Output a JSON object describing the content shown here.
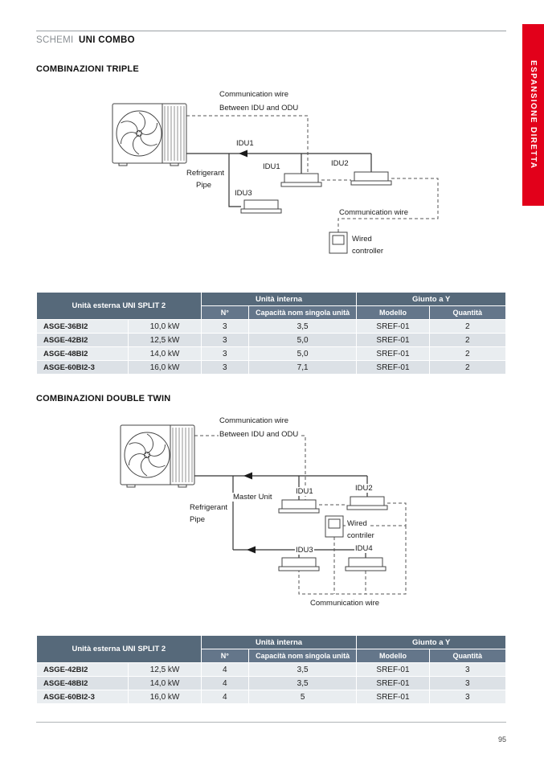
{
  "side_tab": {
    "label": "ESPANSIONE DIRETTA"
  },
  "header": {
    "kicker": "SCHEMI",
    "title": "UNI COMBO"
  },
  "sections": [
    {
      "heading": "COMBINAZIONI TRIPLE"
    },
    {
      "heading": "COMBINAZIONI DOUBLE TWIN"
    }
  ],
  "diagram_triple": {
    "communication_wire_top_1": "Communication wire",
    "communication_wire_top_2": "Between IDU and ODU",
    "idu1_pipe_label": "IDU1",
    "refrigerant_1": "Refrigerant",
    "refrigerant_2": "Pipe",
    "idu1_label": "IDU1",
    "idu2_label": "IDU2",
    "idu3_label": "IDU3",
    "communication_wire_mid": "Communication wire",
    "wired_1": "Wired",
    "wired_2": "controller"
  },
  "diagram_double": {
    "communication_wire_top_1": "Communication wire",
    "communication_wire_top_2": "Between IDU and ODU",
    "master_unit_label": "Master Unit",
    "idu1_label": "IDU1",
    "idu2_label": "IDU2",
    "idu3_label": "IDU3",
    "idu4_label": "IDU4",
    "refrigerant_1": "Refrigerant",
    "refrigerant_2": "Pipe",
    "wired_1": "Wired",
    "wired_2": "contriler",
    "communication_wire_bottom": "Communication wire"
  },
  "tables": [
    {
      "group_headers": [
        "Unità esterna UNI SPLIT 2",
        "Unità interna",
        "Giunto a Y"
      ],
      "sub_headers": [
        "N°",
        "Capacità nom singola unità",
        "Modello",
        "Quantità"
      ],
      "rows": [
        [
          "ASGE-36BI2",
          "10,0 kW",
          "3",
          "3,5",
          "SREF-01",
          "2"
        ],
        [
          "ASGE-42BI2",
          "12,5 kW",
          "3",
          "5,0",
          "SREF-01",
          "2"
        ],
        [
          "ASGE-48BI2",
          "14,0 kW",
          "3",
          "5,0",
          "SREF-01",
          "2"
        ],
        [
          "ASGE-60BI2-3",
          "16,0 kW",
          "3",
          "7,1",
          "SREF-01",
          "2"
        ]
      ]
    },
    {
      "group_headers": [
        "Unità esterna UNI SPLIT 2",
        "Unità interna",
        "Giunto a Y"
      ],
      "sub_headers": [
        "N°",
        "Capacità nom singola unità",
        "Modello",
        "Quantità"
      ],
      "rows": [
        [
          "ASGE-42BI2",
          "12,5 kW",
          "4",
          "3,5",
          "SREF-01",
          "3"
        ],
        [
          "ASGE-48BI2",
          "14,0 kW",
          "4",
          "3,5",
          "SREF-01",
          "3"
        ],
        [
          "ASGE-60BI2-3",
          "16,0 kW",
          "4",
          "5",
          "SREF-01",
          "3"
        ]
      ]
    }
  ],
  "footer": {
    "page_number": "95"
  },
  "colors": {
    "accent_red": "#e2001a",
    "table_header": "#56697a",
    "table_subheader": "#64768a",
    "row_light": "#e9edf0",
    "row_dark": "#dce1e6"
  }
}
